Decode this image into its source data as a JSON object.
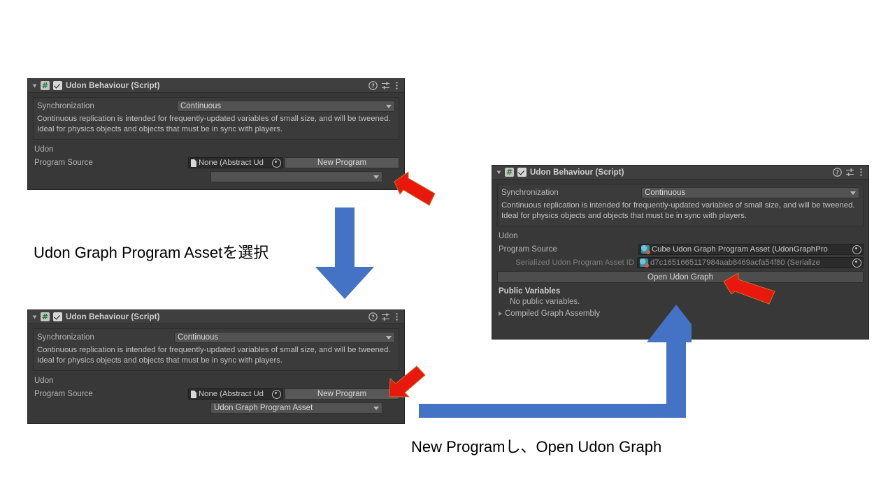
{
  "meta": {
    "accent_red": "#e8190c",
    "accent_blue": "#4472c4",
    "panel_bg": "#383838",
    "header_bg": "#3f3f3f"
  },
  "component": {
    "title": "Udon Behaviour (Script)",
    "script_icon": "#",
    "enabled_checkbox": true,
    "help_icon": "help-icon",
    "preset_icon": "preset-icon",
    "menu_icon": "kebab-menu-icon"
  },
  "labels": {
    "synchronization": "Synchronization",
    "sync_value": "Continuous",
    "help_text": "Continuous replication is intended for frequently-updated variables of small size, and will be tweened. Ideal for physics objects and objects that must be in sync with players.",
    "udon_section": "Udon",
    "program_source": "Program Source",
    "serialized_id_label": "Serialized Udon Program Asset ID",
    "new_program_button": "New Program",
    "open_udon_graph_button": "Open Udon Graph",
    "public_variables": "Public Variables",
    "no_public_variables": "No public variables.",
    "compiled_graph_assembly": "Compiled Graph Assembly"
  },
  "panel_a": {
    "program_source_value": "None (Abstract Ud",
    "program_type_dropdown": ""
  },
  "panel_b": {
    "program_source_value": "None (Abstract Ud",
    "program_type_dropdown": "Udon Graph Program Asset"
  },
  "panel_c": {
    "program_source_value": "Cube Udon Graph Program Asset (UdonGraphPro",
    "serialized_id_value": "d7c1651665117984aab8469acfa54f80 (Serialize"
  },
  "captions": {
    "step1": "Udon Graph Program Assetを選択",
    "step2": "New Programし、Open Udon Graph"
  },
  "annotations": {
    "red_arrow_1": "red-arrow-pointing-up-left-to-program-type-dropdown",
    "red_arrow_2": "red-arrow-pointing-down-left-to-program-type-dropdown",
    "red_arrow_3": "red-arrow-pointing-up-left-to-open-udon-graph",
    "blue_arrow_down": "blue-down-arrow-step-flow",
    "blue_arrow_elbow": "blue-elbow-arrow-step-flow"
  }
}
